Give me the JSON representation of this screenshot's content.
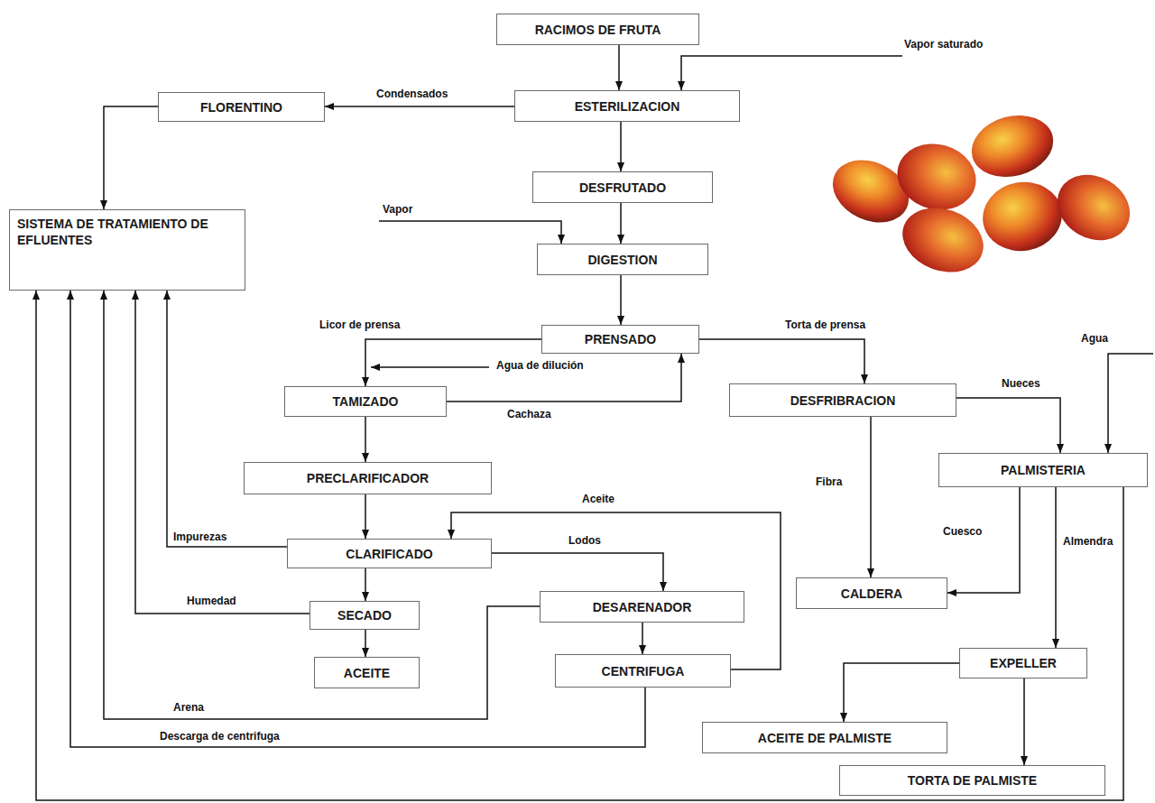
{
  "diagram": {
    "nodes": [
      {
        "text": [
          "RACIMOS DE FRUTA"
        ]
      },
      {
        "text": [
          "FLORENTINO"
        ]
      },
      {
        "text": [
          "ESTERILIZACION"
        ]
      },
      {
        "text": [
          "DESFRUTADO"
        ]
      },
      {
        "text": [
          "SISTEMA DE TRATAMIENTO DE EFLUENTES"
        ]
      },
      {
        "text": [
          "DIGESTION"
        ]
      },
      {
        "text": [
          "PRENSADO"
        ]
      },
      {
        "text": [
          "TAMIZADO"
        ]
      },
      {
        "text": [
          "DESFRIBRACION"
        ]
      },
      {
        "text": [
          "PALMISTERIA"
        ]
      },
      {
        "text": [
          "PRECLARIFICADOR"
        ]
      },
      {
        "text": [
          "CLARIFICADO"
        ]
      },
      {
        "text": [
          "SECADO"
        ]
      },
      {
        "text": [
          "DESARENADOR"
        ]
      },
      {
        "text": [
          "CALDERA"
        ]
      },
      {
        "text": [
          "CENTRIFUGA"
        ]
      },
      {
        "text": [
          "EXPELLER"
        ]
      },
      {
        "text": [
          "ACEITE"
        ]
      },
      {
        "text": [
          "ACEITE DE PALMISTE"
        ]
      },
      {
        "text": [
          "TORTA DE PALMISTE"
        ]
      }
    ],
    "edges": [
      {
        "from": 0,
        "to": 2,
        "arrow": "to"
      },
      {
        "from": 2,
        "to": 1,
        "arrow": "to",
        "label": "Condensados"
      },
      {
        "from": 1,
        "to": 4,
        "arrow": "to"
      },
      {
        "from": 2,
        "to": 3,
        "arrow": "to"
      },
      {
        "from": 3,
        "to": 5,
        "arrow": "to"
      },
      {
        "from": 5,
        "to": 6,
        "arrow": "to"
      },
      {
        "from": 6,
        "to": 7,
        "arrow": "to",
        "label": "Licor de prensa"
      },
      {
        "from": 7,
        "to": 6,
        "arrow": "to",
        "label": "Cachaza"
      },
      {
        "from": 6,
        "to": 8,
        "arrow": "to",
        "label": "Torta de prensa"
      },
      {
        "from": 7,
        "to": 10,
        "arrow": "to"
      },
      {
        "from": 10,
        "to": 11,
        "arrow": "to"
      },
      {
        "from": 11,
        "to": 4,
        "arrow": "to",
        "label": "Impurezas"
      },
      {
        "from": 11,
        "to": 12,
        "arrow": "to"
      },
      {
        "from": 12,
        "to": 4,
        "arrow": "to",
        "label": "Humedad"
      },
      {
        "from": 12,
        "to": 17,
        "arrow": "to"
      },
      {
        "from": 11,
        "to": 13,
        "arrow": "to",
        "label": "Lodos"
      },
      {
        "from": 13,
        "to": 4,
        "arrow": "to",
        "label": "Arena"
      },
      {
        "from": 13,
        "to": 15,
        "arrow": "to"
      },
      {
        "from": 15,
        "to": 11,
        "arrow": "to",
        "label": "Aceite"
      },
      {
        "from": 15,
        "to": 4,
        "arrow": "to",
        "label": "Descarga de centrifuga"
      },
      {
        "from": 8,
        "to": 14,
        "arrow": "to",
        "label": "Fibra"
      },
      {
        "from": 8,
        "to": 9,
        "arrow": "to",
        "label": "Nueces"
      },
      {
        "from": 9,
        "to": 14,
        "arrow": "to",
        "label": "Cuesco"
      },
      {
        "from": 9,
        "to": 16,
        "arrow": "to",
        "label": "Almendra"
      },
      {
        "from": 16,
        "to": 18,
        "arrow": "to"
      },
      {
        "from": 16,
        "to": 19,
        "arrow": "to"
      },
      {
        "from": 9,
        "to": 4,
        "arrow": "to"
      }
    ],
    "labels": [
      "Vapor saturado",
      "Vapor",
      "Agua de dilución",
      "Agua"
    ]
  }
}
